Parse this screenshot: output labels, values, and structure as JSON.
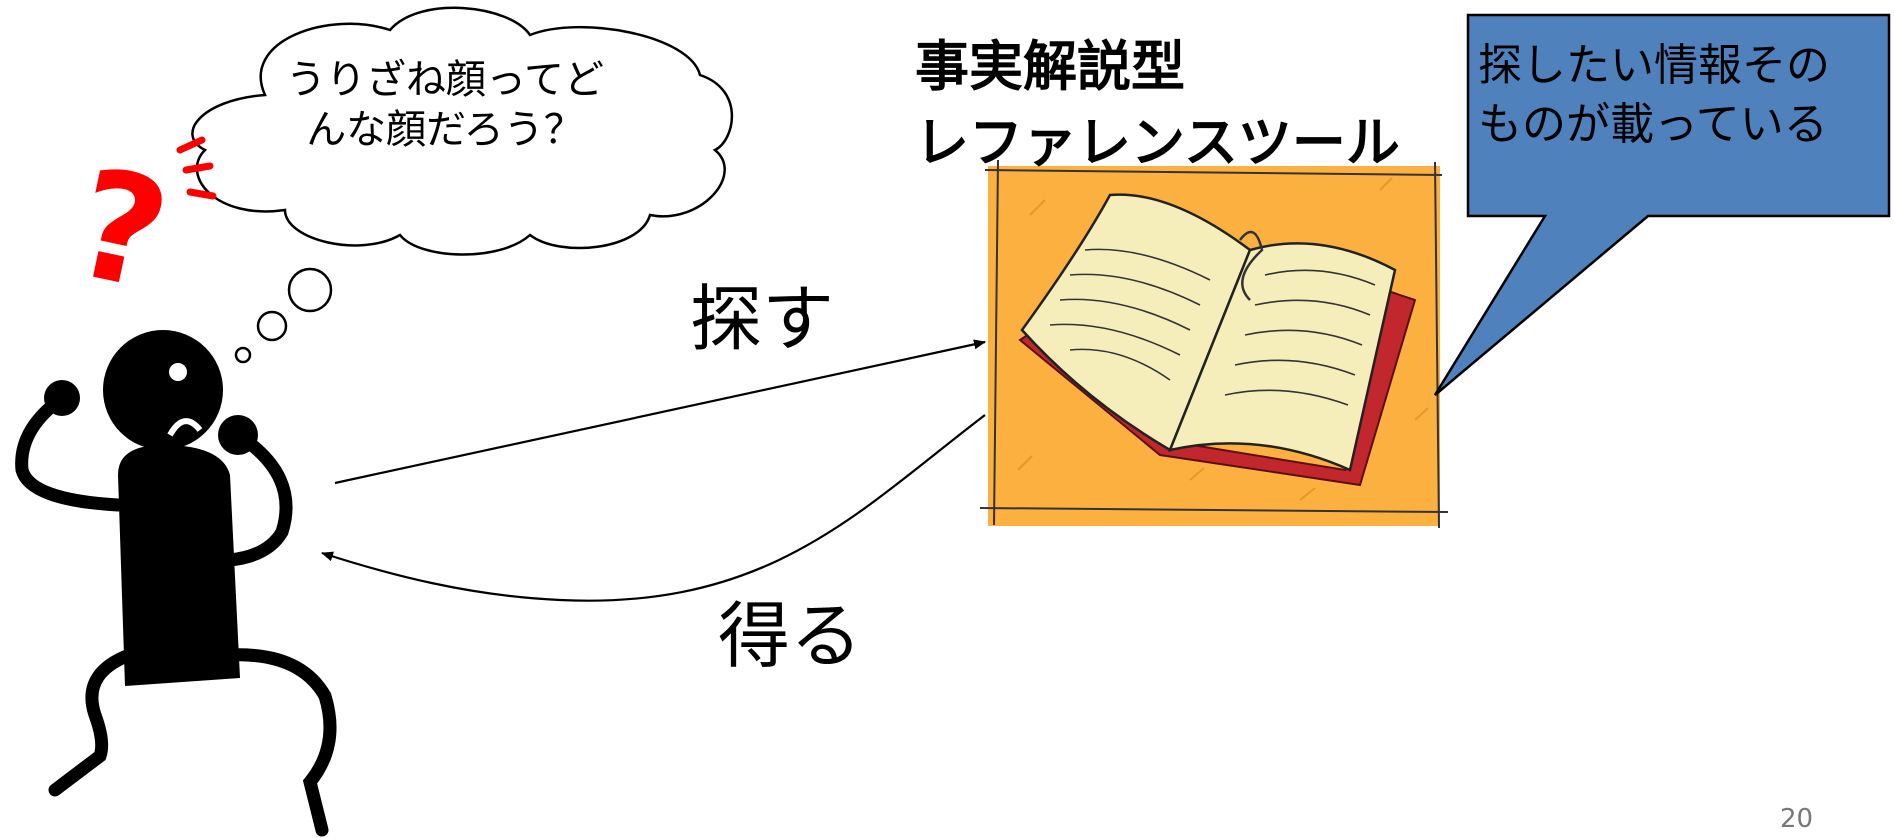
{
  "thought_bubble": {
    "text": "うりざね顔ってどんな顔だろう？"
  },
  "tool_title": {
    "line1": "事実解説型",
    "line2": "レファレンスツール"
  },
  "callout": {
    "text": "探したい情報そのものが載っている",
    "fill_color": "#4f81bd",
    "border_color": "#000000"
  },
  "arrow_labels": {
    "search": "探す",
    "obtain": "得る"
  },
  "question_mark": {
    "text": "?",
    "color": "#ff0000"
  },
  "book_icon": "open-book-icon",
  "person_icon": "confused-person-icon",
  "colors": {
    "book_background": "#fbb040",
    "book_pages": "#f6eeba",
    "book_cover": "#c1272d"
  },
  "page_number": "20"
}
